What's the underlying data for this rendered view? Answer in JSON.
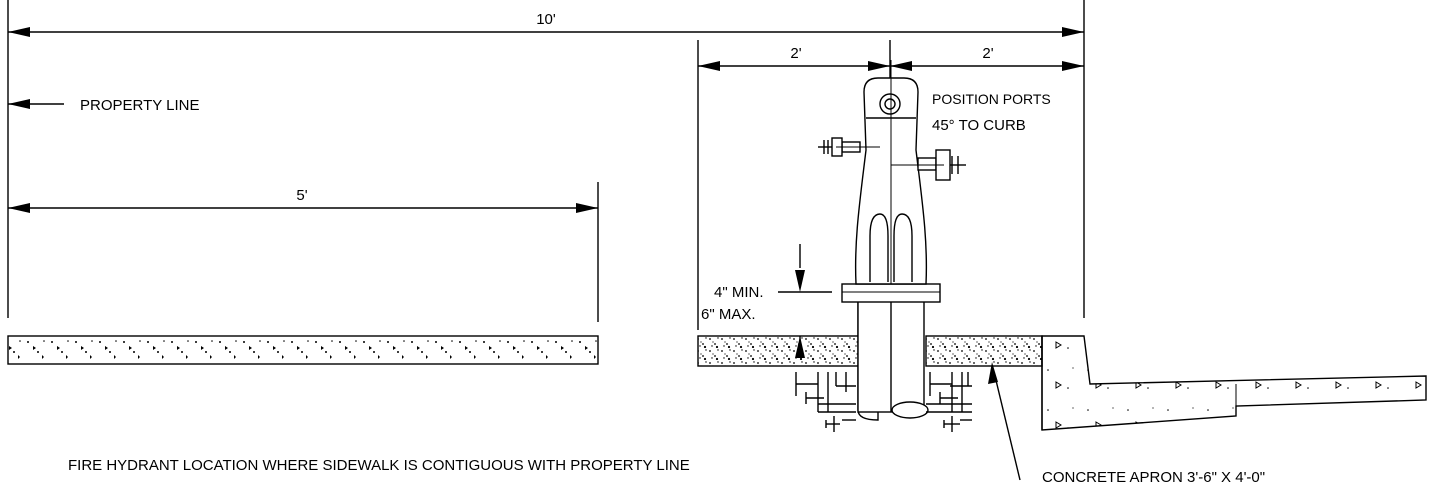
{
  "dimensions": {
    "overall": "10'",
    "sidewalk": "5'",
    "apron_left": "2'",
    "apron_right": "2'"
  },
  "labels": {
    "property_line": "PROPERTY LINE",
    "position_ports_line1": "POSITION PORTS",
    "position_ports_line2": "45° TO CURB",
    "flange_min": "4\" MIN.",
    "flange_max": "6\" MAX.",
    "concrete_apron": "CONCRETE APRON 3'-6\" X 4'-0\"",
    "caption": "FIRE HYDRANT LOCATION WHERE SIDEWALK IS CONTIGUOUS WITH PROPERTY LINE"
  }
}
